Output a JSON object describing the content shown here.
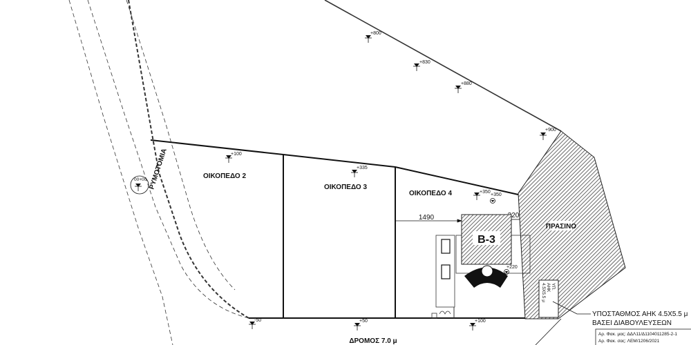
{
  "plots": [
    {
      "label": "ΟΙΚΟΠΕΔΟ 2"
    },
    {
      "label": "ΟΙΚΟΠΕΔΟ 3"
    },
    {
      "label": "ΟΙΚΟΠΕΔΟ 4"
    }
  ],
  "road_label": "ΡΥΜΟΤΟΜΙΑ",
  "street_label": "ΔΡΟΜΟΣ 7.0 μ",
  "green_label": "ΠΡΑΣΙΝΟ",
  "building_label": "B-3",
  "dimensions": {
    "left": "1490",
    "right": "320"
  },
  "substation_box_label": [
    "ΥΠ.",
    "ΑΗΚ",
    "4.5Χ5.5 μ"
  ],
  "substation_note": [
    "ΥΠΟΣΤΑΘΜΟΣ ΑΗΚ 4.5Χ5.5 μ",
    "ΒΑΣΕΙ ΔΙΑΒΟΥΛΕΥΣΕΩΝ"
  ],
  "references": [
    "Αρ. Φακ. μας: ΔΔΛ11/Δ1104011285-2-1",
    "Αρ. Φακ. σας: ΛΕΜ/1206/2021"
  ],
  "elevations": {
    "datum": "00+00",
    "e800": "+800",
    "e830": "+830",
    "e880": "+880",
    "e900": "+900",
    "p2": "+100",
    "p3": "+335",
    "p4": "+350",
    "p4c": "+350",
    "b220": "+220",
    "s1": "-50",
    "s2": "+50",
    "s3": "+100"
  }
}
